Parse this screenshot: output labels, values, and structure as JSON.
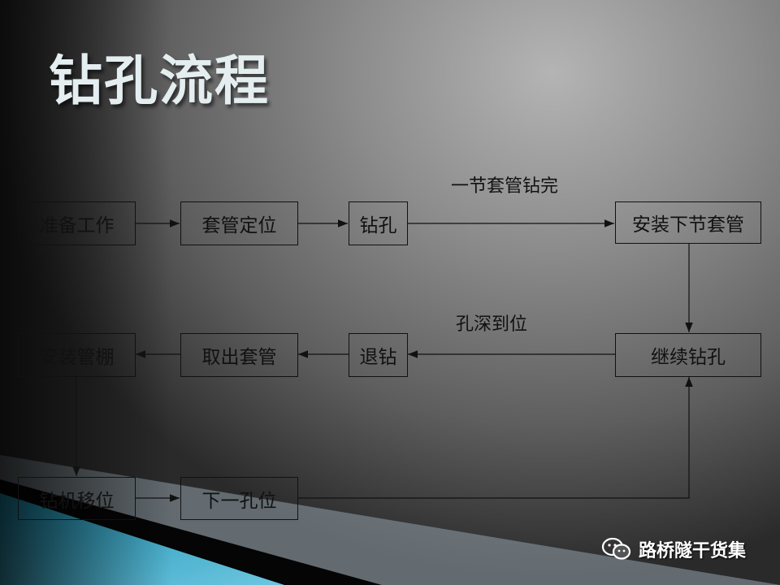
{
  "title": "钻孔流程",
  "boxes": {
    "prepare": "准备工作",
    "casing_position": "套管定位",
    "drill": "钻孔",
    "install_next_casing": "安装下节套管",
    "install_pipe_shed": "安装管棚",
    "remove_casing": "取出套管",
    "retract_drill": "退钻",
    "continue_drill": "继续钻孔",
    "move_rig": "钻机移位",
    "next_hole": "下一孔位"
  },
  "edge_labels": {
    "casing_done": "一节套管钻完",
    "depth_reached": "孔深到位"
  },
  "watermark": "路桥隧干货集"
}
